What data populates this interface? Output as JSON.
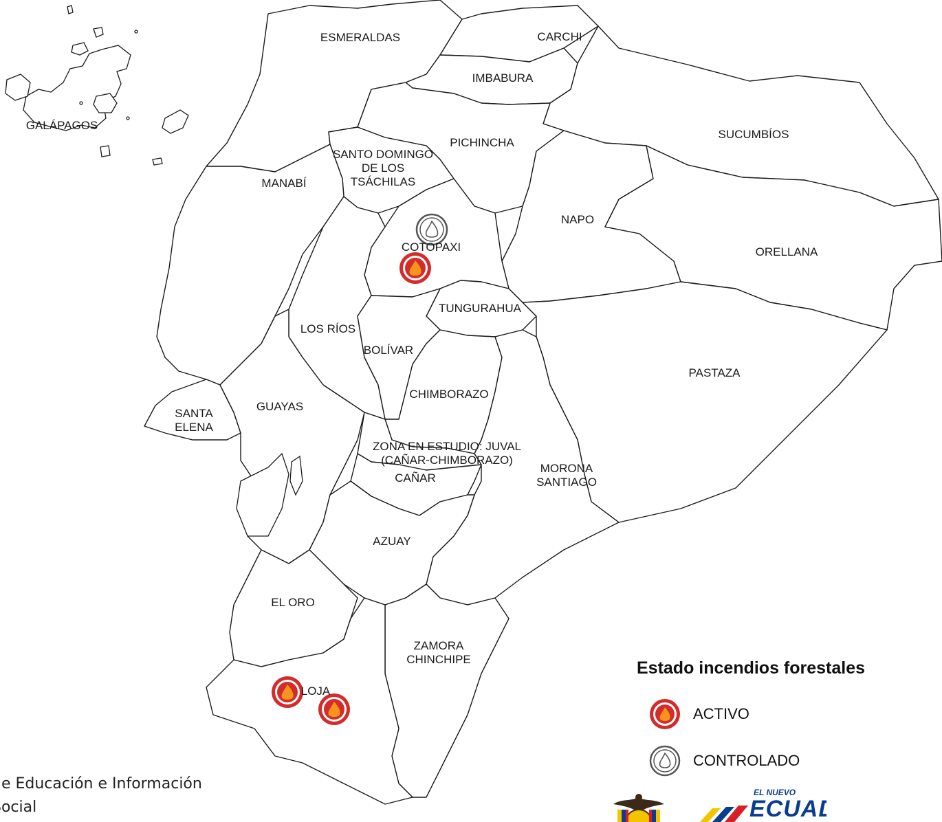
{
  "map": {
    "provinces": [
      {
        "id": "galapagos",
        "label": "GALÁPAGOS"
      },
      {
        "id": "esmeraldas",
        "label": "ESMERALDAS"
      },
      {
        "id": "carchi",
        "label": "CARCHI"
      },
      {
        "id": "imbabura",
        "label": "IMBABURA"
      },
      {
        "id": "sucumbios",
        "label": "SUCUMBÍOS"
      },
      {
        "id": "pichincha",
        "label": "PICHINCHA"
      },
      {
        "id": "santo-domingo",
        "label": "SANTO DOMINGO\nDE LOS\nTSÁCHILAS"
      },
      {
        "id": "manabi",
        "label": "MANABÍ"
      },
      {
        "id": "napo",
        "label": "NAPO"
      },
      {
        "id": "orellana",
        "label": "ORELLANA"
      },
      {
        "id": "cotopaxi",
        "label": "COTOPAXI"
      },
      {
        "id": "tungurahua",
        "label": "TUNGURAHUA"
      },
      {
        "id": "los-rios",
        "label": "LOS RÍOS"
      },
      {
        "id": "bolivar",
        "label": "BOLÍVAR"
      },
      {
        "id": "pastaza",
        "label": "PASTAZA"
      },
      {
        "id": "chimborazo",
        "label": "CHIMBORAZO"
      },
      {
        "id": "santa-elena",
        "label": "SANTA\nELENA"
      },
      {
        "id": "guayas",
        "label": "GUAYAS"
      },
      {
        "id": "zona-estudio",
        "label": "ZONA EN ESTUDIO: JUVAL\n(CAÑAR-CHIMBORAZO)"
      },
      {
        "id": "canar",
        "label": "CAÑAR"
      },
      {
        "id": "morona-santiago",
        "label": "MORONA\nSANTIAGO"
      },
      {
        "id": "azuay",
        "label": "AZUAY"
      },
      {
        "id": "el-oro",
        "label": "EL ORO"
      },
      {
        "id": "zamora-chinchipe",
        "label": "ZAMORA\nCHINCHIPE"
      },
      {
        "id": "loja",
        "label": "LOJA"
      }
    ],
    "fire_markers": [
      {
        "province": "Cotopaxi",
        "status": "controlado"
      },
      {
        "province": "Cotopaxi",
        "status": "activo"
      },
      {
        "province": "Loja",
        "status": "activo"
      },
      {
        "province": "Loja",
        "status": "activo"
      }
    ]
  },
  "legend": {
    "title": "Estado incendios forestales",
    "items": [
      {
        "status": "activo",
        "label": "ACTIVO"
      },
      {
        "status": "controlado",
        "label": "CONTROLADO"
      }
    ]
  },
  "credit": {
    "line1": "de Educación e Información",
    "line2": "Social"
  },
  "logos": {
    "brand_small": "EL NUEVO",
    "brand_big": "ECUADOR"
  },
  "colors": {
    "active_red": "#d42b2b",
    "flame_orange": "#f7941d",
    "controlled_gray": "#555555",
    "brand_blue": "#0a3d8f",
    "brand_yellow": "#f5c400",
    "brand_red": "#d91f26"
  }
}
